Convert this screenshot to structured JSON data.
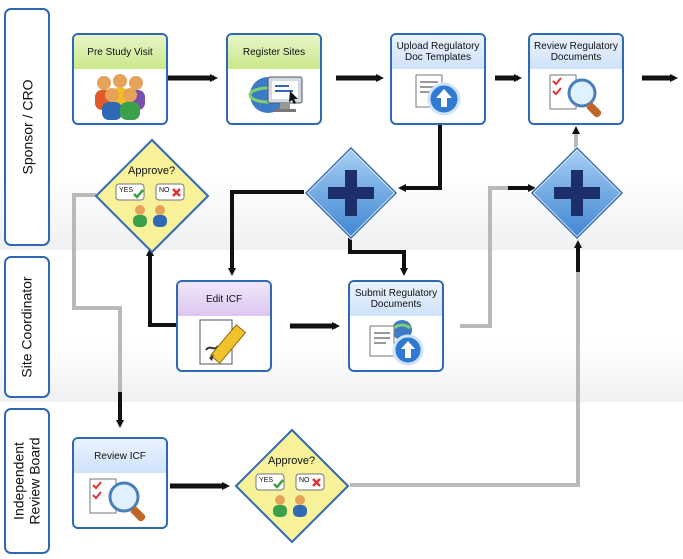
{
  "lanes": {
    "sponsor": "Sponsor / CRO",
    "site": "Site Coordinator",
    "irb_line1": "Independent",
    "irb_line2": "Review Board"
  },
  "steps": {
    "pre_study_visit": "Pre Study Visit",
    "register_sites": "Register Sites",
    "upload_line1": "Upload Regulatory",
    "upload_line2": "Doc Templates",
    "review_reg_line1": "Review Regulatory",
    "review_reg_line2": "Documents",
    "edit_icf": "Edit ICF",
    "submit_line1": "Submit Regulatory",
    "submit_line2": "Documents",
    "review_icf": "Review ICF"
  },
  "decisions": {
    "approve_top": "Approve?",
    "approve_bottom": "Approve?",
    "yes": "YES",
    "no": "NO"
  },
  "colors": {
    "border": "#2f68b3",
    "diamond_blue": "#5b9bdc",
    "diamond_yellow": "#f7f19a",
    "arrow": "#111111",
    "line_gray": "#b9b9b9"
  }
}
